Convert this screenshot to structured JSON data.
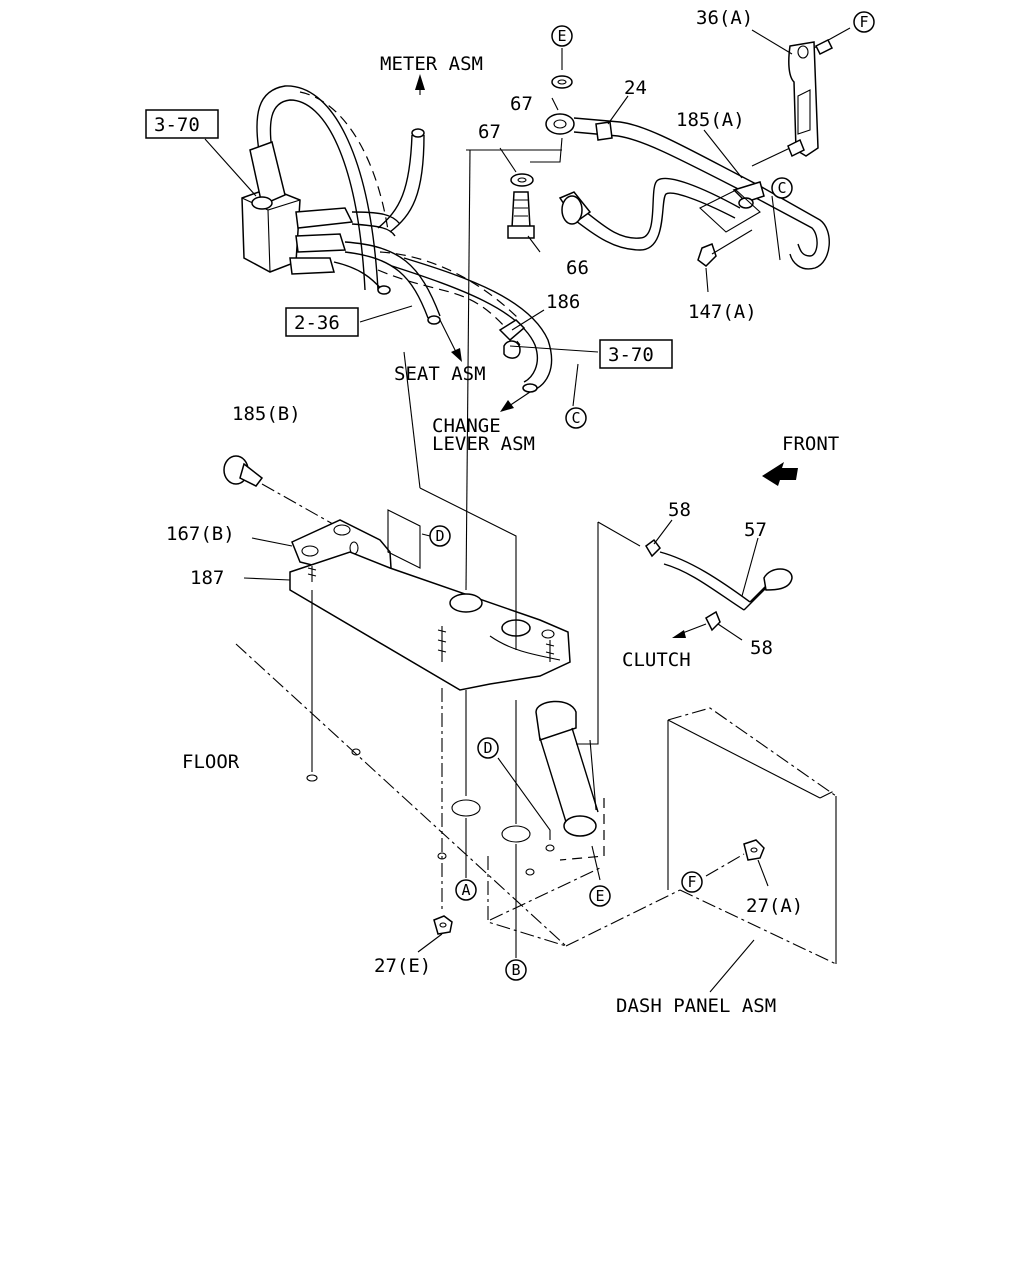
{
  "labels": {
    "meter_asm": "METER ASM",
    "seat_asm": "SEAT ASM",
    "change_lever_asm_1": "CHANGE",
    "change_lever_asm_2": "LEVER ASM",
    "front": "FRONT",
    "clutch": "CLUTCH",
    "floor": "FLOOR",
    "dash_panel_asm": "DASH PANEL ASM"
  },
  "refs": {
    "ref_3_70_top": "3-70",
    "ref_2_36": "2-36",
    "ref_3_70_mid": "3-70"
  },
  "parts": {
    "p36a": "36(A)",
    "p24": "24",
    "p67_top": "67",
    "p67_mid": "67",
    "p185a": "185(A)",
    "p66": "66",
    "p147a": "147(A)",
    "p186": "186",
    "p185b": "185(B)",
    "p167b": "167(B)",
    "p187": "187",
    "p58_top": "58",
    "p57": "57",
    "p58_bot": "58",
    "p27a": "27(A)",
    "p27e": "27(E)"
  },
  "circle_refs": {
    "e_top": "E",
    "f_top": "F",
    "c_right": "C",
    "c_mid": "C",
    "d_plate": "D",
    "d_lower": "D",
    "a": "A",
    "b": "B",
    "e_lower": "E",
    "f_lower": "F"
  }
}
